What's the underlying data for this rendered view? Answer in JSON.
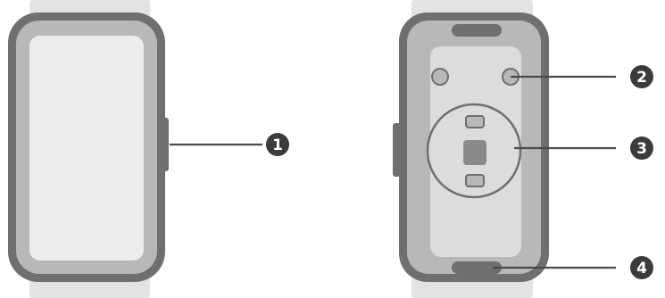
{
  "colors": {
    "background": "#ffffff",
    "band": "#e3e3e3",
    "frame": "#6f6f6f",
    "frame_inner": "#b8b8b8",
    "screen": "#ececec",
    "back_panel": "#dcdcdc",
    "sensor_fill": "#8a8a8a",
    "line": "#4a4a4a",
    "callout_bg": "#3b3b3b",
    "callout_text": "#ffffff"
  },
  "callouts": [
    {
      "number": "1",
      "target": "side-button"
    },
    {
      "number": "2",
      "target": "air-pressure-vent"
    },
    {
      "number": "3",
      "target": "heart-rate-sensor"
    },
    {
      "number": "4",
      "target": "band-release-latch"
    }
  ]
}
